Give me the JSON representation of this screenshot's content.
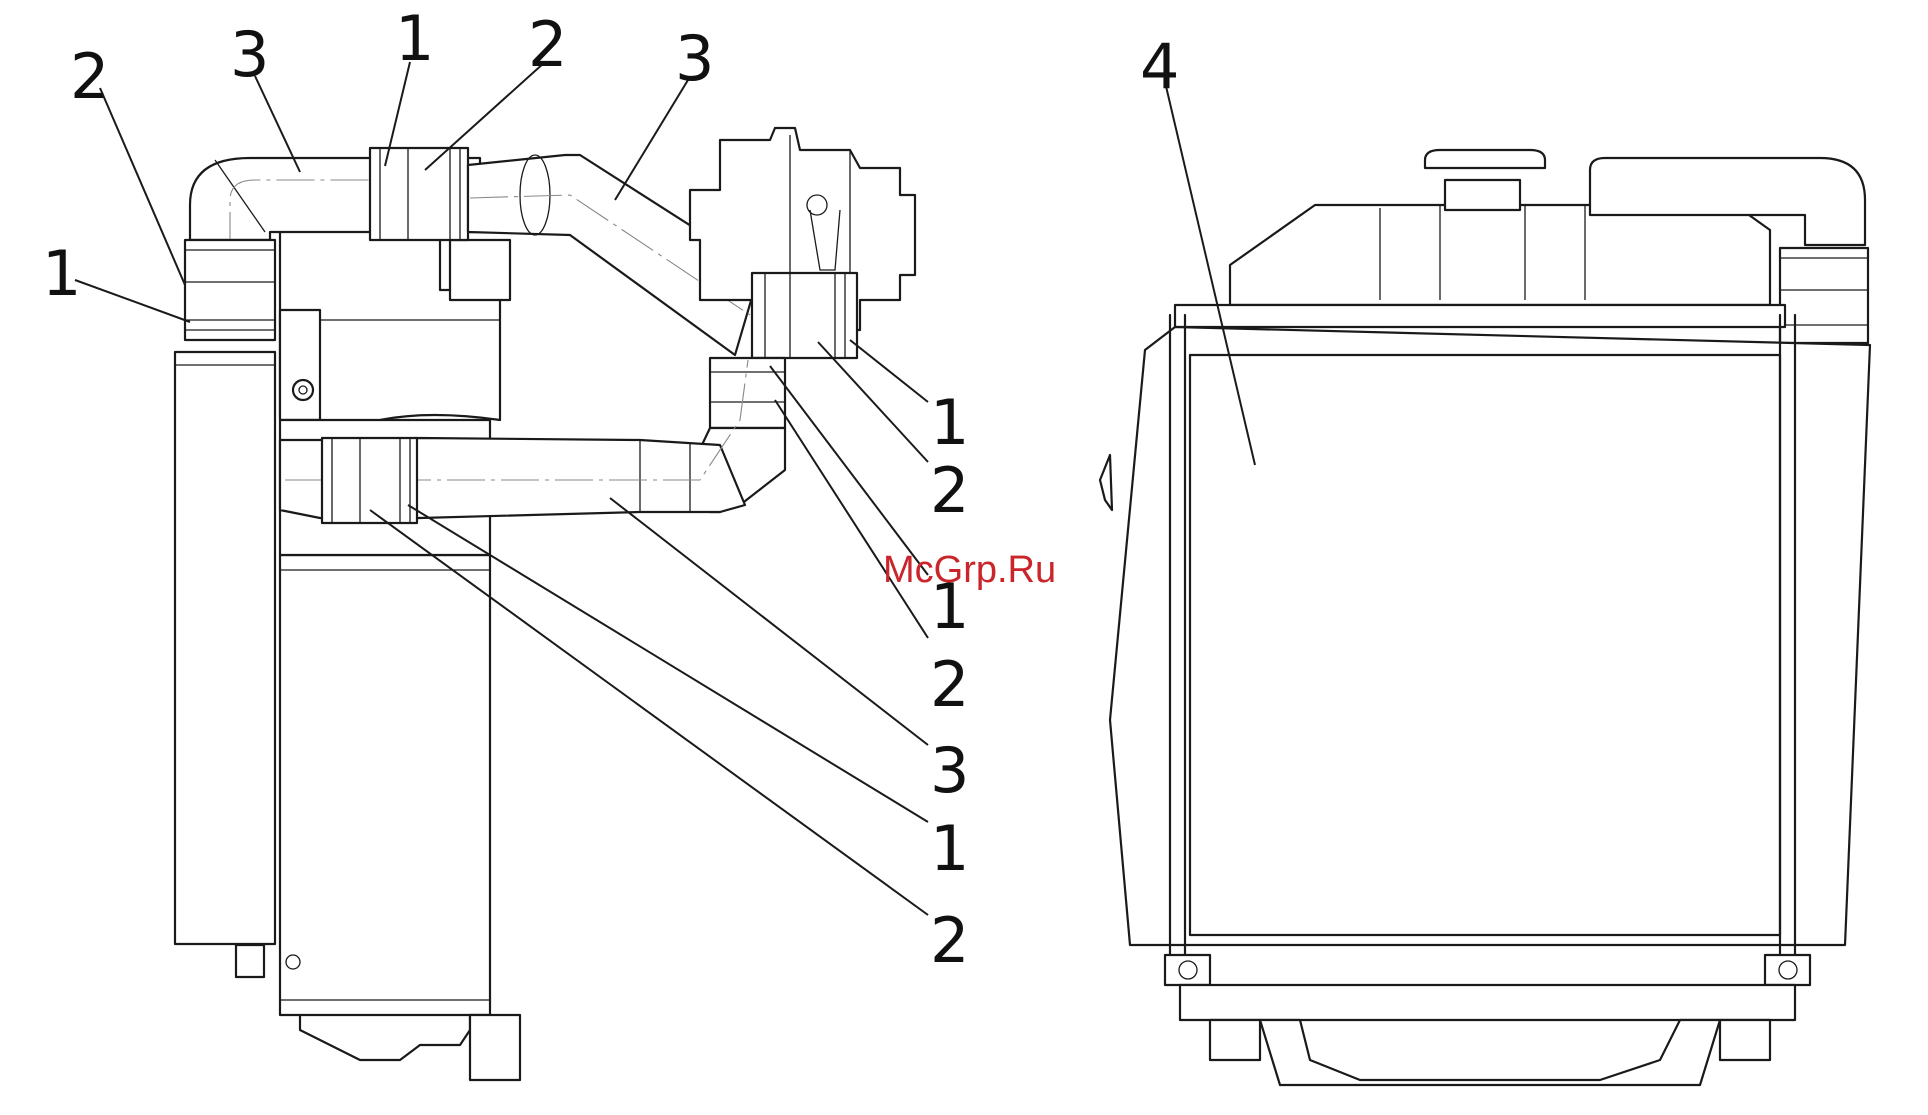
{
  "watermark": "McGrp.Ru",
  "callouts": {
    "l_top_2": "2",
    "l_top_3": "3",
    "l_top_1": "1",
    "l_top_2b": "2",
    "l_top_3b": "3",
    "l_left_1": "1",
    "r_1a": "1",
    "r_2a": "2",
    "r_1b": "1",
    "r_2b": "2",
    "r_3": "3",
    "r_1c": "1",
    "r_2c": "2",
    "right_4": "4"
  },
  "colors": {
    "line": "#1a1a1a",
    "watermark": "#c9252a"
  }
}
